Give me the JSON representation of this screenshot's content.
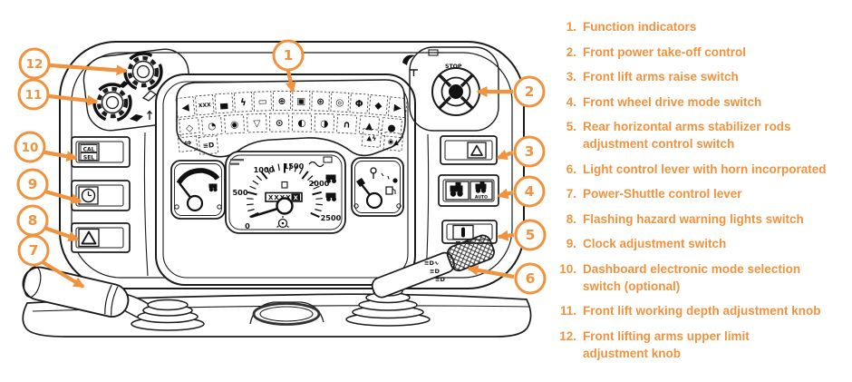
{
  "accent_color": "#F0923E",
  "line_color": "#1b1b1b",
  "legend": {
    "items": [
      {
        "num": "1.",
        "lines": [
          "Function indicators"
        ]
      },
      {
        "num": "2.",
        "lines": [
          "Front power take-off control"
        ]
      },
      {
        "num": "3.",
        "lines": [
          "Front lift arms raise switch"
        ]
      },
      {
        "num": "4.",
        "lines": [
          "Front wheel drive mode switch"
        ]
      },
      {
        "num": "5.",
        "lines": [
          "Rear horizontal arms stabilizer rods",
          "adjustment control switch"
        ]
      },
      {
        "num": "6.",
        "lines": [
          "Light control lever with horn incorporated"
        ]
      },
      {
        "num": "7.",
        "lines": [
          "Power-Shuttle control lever"
        ]
      },
      {
        "num": "8.",
        "lines": [
          "Flashing hazard warning lights switch"
        ]
      },
      {
        "num": "9.",
        "lines": [
          "Clock adjustment switch"
        ]
      },
      {
        "num": "10.",
        "lines": [
          "Dashboard electronic mode selection",
          "switch (optional)"
        ]
      },
      {
        "num": "11.",
        "lines": [
          "Front lift working depth adjustment knob"
        ]
      },
      {
        "num": "12.",
        "lines": [
          "Front lifting arms upper limit",
          "adjustment knob"
        ]
      }
    ]
  },
  "callouts": [
    "1",
    "2",
    "3",
    "4",
    "5",
    "6",
    "7",
    "8",
    "9",
    "10",
    "11",
    "12"
  ],
  "cluster": {
    "labels": {
      "stop": "STOP",
      "cal": "CAL",
      "sel": "SEL",
      "auto": "AUTO"
    },
    "tachometer": {
      "ticks": [
        "0",
        "500",
        "1000",
        "1500",
        "2000",
        "2500"
      ],
      "odometer": "XXXX",
      "odometer_last": "X"
    },
    "indicator_rows": {
      "row1": [
        "◀",
        "XXX",
        "▄",
        "ϟ",
        "▭",
        "⊕",
        "▣",
        "⊛",
        "◎",
        "Φ",
        "◆",
        "▶"
      ],
      "row2": [
        "◇",
        "◔",
        "◉",
        "▽",
        "⊙",
        "◐",
        "◑",
        "∩",
        "▲",
        "●"
      ],
      "row3_left": [
        "⇔",
        "≡D"
      ],
      "row3_right": [
        "▲ϟ",
        "◉▲"
      ]
    }
  }
}
